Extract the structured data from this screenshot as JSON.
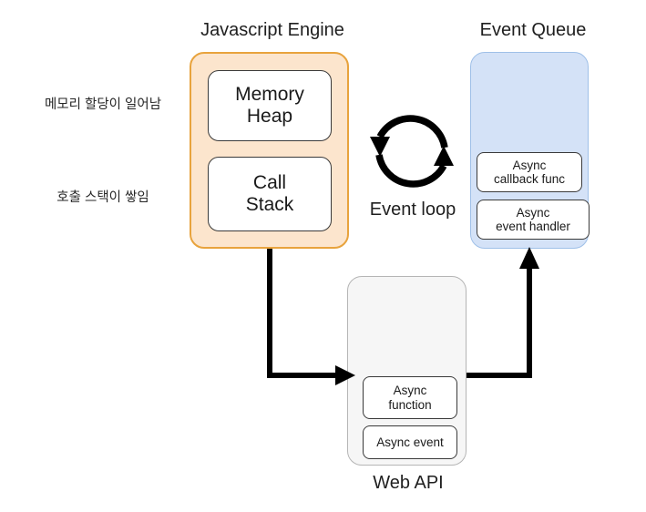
{
  "diagram": {
    "title_js_engine": "Javascript Engine",
    "title_event_queue": "Event Queue",
    "title_web_api": "Web API",
    "event_loop_label": "Event loop",
    "notes": {
      "memory": "메모리 할당이 일어남",
      "call_stack": "호출 스택이 쌓임"
    },
    "js_engine": {
      "memory_heap": "Memory\nHeap",
      "memory_heap_line1": "Memory",
      "memory_heap_line2": "Heap",
      "call_stack_line1": "Call",
      "call_stack_line2": "Stack"
    },
    "event_queue": {
      "async_callback_line1": "Async",
      "async_callback_line2": "callback func",
      "async_handler_line1": "Async",
      "async_handler_line2": "event handler"
    },
    "web_api": {
      "async_function_line1": "Async",
      "async_function_line2": "function",
      "async_event": "Async event"
    },
    "colors": {
      "js_engine_fill": "#fce5cd",
      "js_engine_border": "#e8a33d",
      "event_queue_fill": "#d4e2f7",
      "event_queue_border": "#9fc0e8",
      "web_api_fill": "#f6f6f6",
      "web_api_border": "#b5b5b5",
      "arrow": "#000000",
      "card_border": "#3a3a3a",
      "text": "#1a1a1a"
    }
  }
}
